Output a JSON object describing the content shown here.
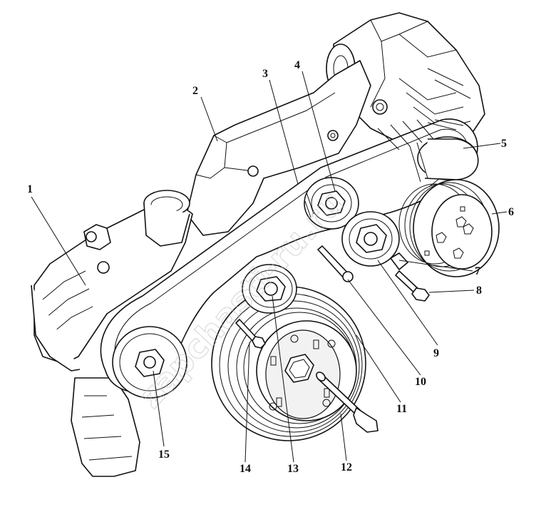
{
  "diagram": {
    "callouts": [
      "1",
      "2",
      "3",
      "4",
      "5",
      "6",
      "7",
      "8",
      "9",
      "10",
      "11",
      "12",
      "13",
      "14",
      "15"
    ]
  },
  "watermark": {
    "text": "zapchasti-ru.ru"
  }
}
